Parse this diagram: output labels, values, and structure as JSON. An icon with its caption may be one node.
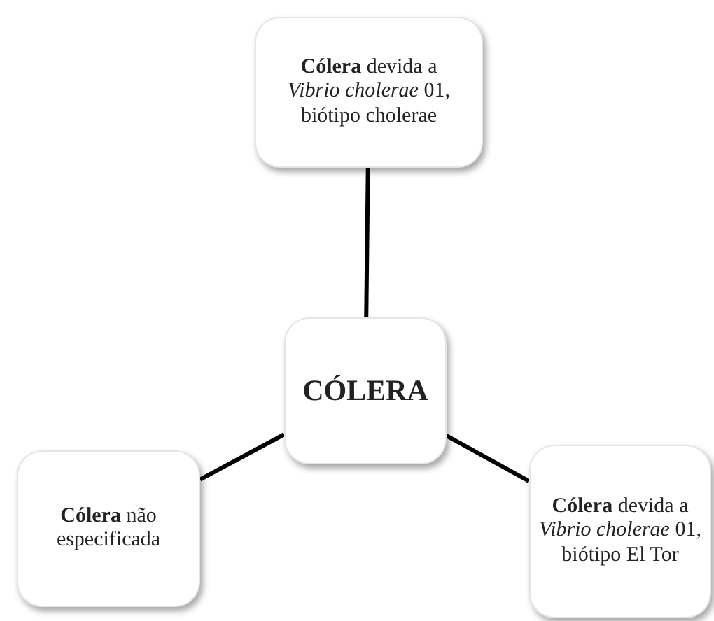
{
  "diagram": {
    "nodes": [
      {
        "text": [
          "**Cólera** devida a *Vibrio cholerae* 01, biótipo cholerae"
        ]
      },
      {
        "text": [
          "CÓLERA"
        ]
      },
      {
        "text": [
          "**Cólera** não especificada"
        ]
      },
      {
        "text": [
          "**Cólera** devida a *Vibrio cholerae* 01, biótipo El Tor"
        ]
      }
    ],
    "edges": [
      {
        "from": 1,
        "to": 0,
        "arrow": "none"
      },
      {
        "from": 1,
        "to": 2,
        "arrow": "none"
      },
      {
        "from": 1,
        "to": 3,
        "arrow": "none"
      }
    ]
  }
}
